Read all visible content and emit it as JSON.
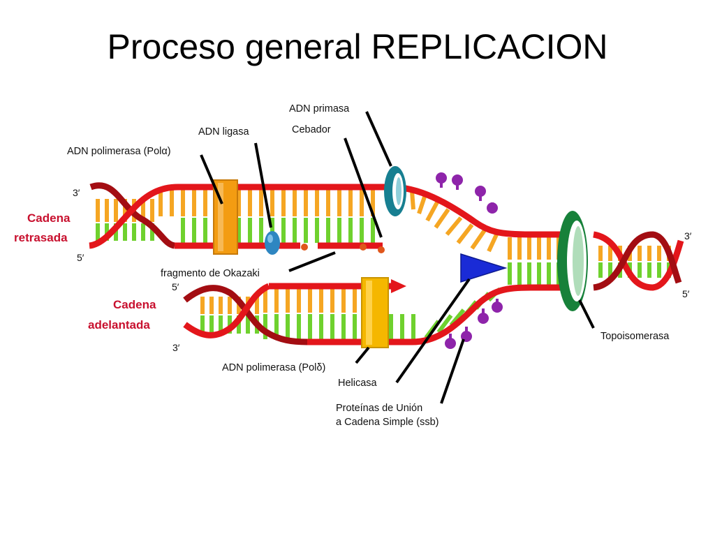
{
  "slide": {
    "title": "Proceso general REPLICACION"
  },
  "diagram": {
    "labels": {
      "primasa": "ADN primasa",
      "cebador": "Cebador",
      "ligasa": "ADN ligasa",
      "pol_alpha": "ADN polimerasa (Polα)",
      "okazaki": "fragmento de Okazaki",
      "pol_delta": "ADN polimerasa (Polδ)",
      "helicasa": "Helicasa",
      "ssb_line1": "Proteínas de Unión",
      "ssb_line2": "a Cadena Simple (ssb)",
      "topo": "Topoisomerasa",
      "lagging_line1": "Cadena",
      "lagging_line2": "retrasada",
      "leading_line1": "Cadena",
      "leading_line2": "adelantada"
    },
    "strand_ends": {
      "lag_top": "3′",
      "lag_bottom": "5′",
      "lead_top": "5′",
      "lead_bottom": "3′",
      "right_top": "3′",
      "right_bottom": "5′"
    },
    "colors": {
      "backbone": "#e3161b",
      "backbone_dark": "#a30d12",
      "base_orange": "#f5a623",
      "base_green": "#6fd12e",
      "polymerase": "#f39c12",
      "polymerase_delta": "#f5b700",
      "ligase": "#2e86c1",
      "primase": "#1f9fb5",
      "primer": "#e0561b",
      "helicase": "#1a2bd6",
      "ssb": "#8e24aa",
      "topoisomerase": "#1e9e3a"
    }
  }
}
